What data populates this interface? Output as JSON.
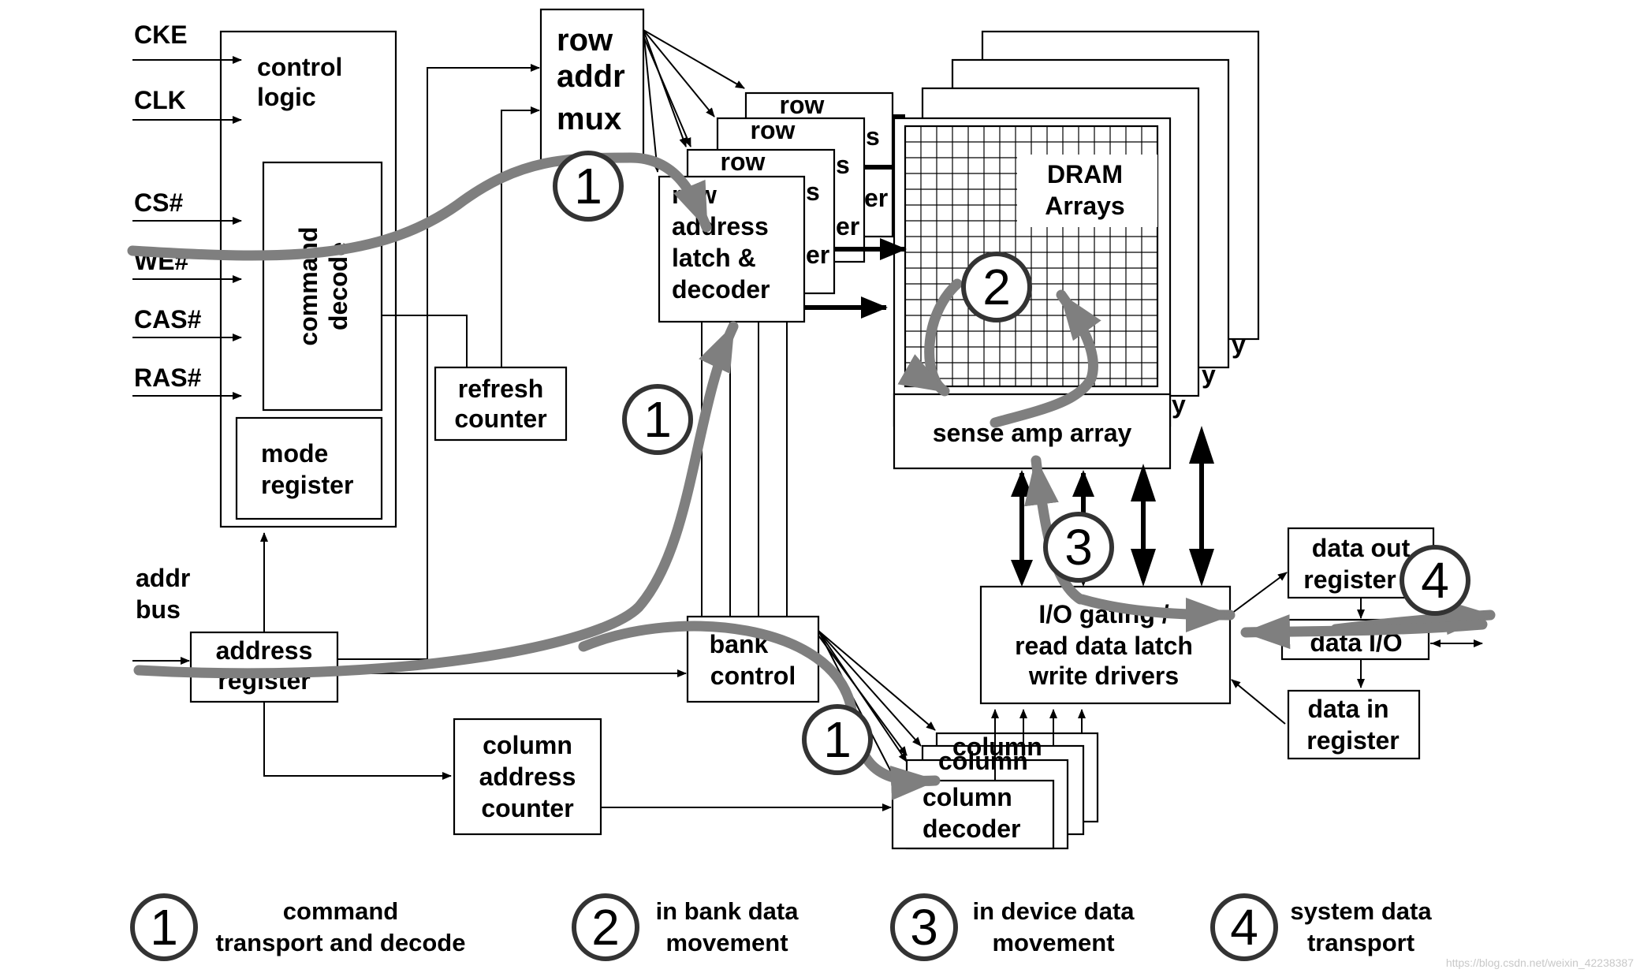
{
  "signals": {
    "cke": "CKE",
    "clk": "CLK",
    "cs": "CS#",
    "we": "WE#",
    "cas": "CAS#",
    "ras": "RAS#",
    "addr_bus": [
      "addr",
      "bus"
    ]
  },
  "blocks": {
    "control_logic": [
      "control",
      "logic"
    ],
    "command_decode": [
      "command",
      "decode"
    ],
    "mode_register": [
      "mode",
      "register"
    ],
    "refresh_counter": [
      "refresh",
      "counter"
    ],
    "row_addr_mux": [
      "row",
      "addr",
      "mux"
    ],
    "row_address_latch": [
      "row",
      "address",
      "latch &",
      "decoder"
    ],
    "row_stack_label": "row",
    "row_stack_fragments": [
      "s",
      "er",
      "s",
      "er",
      "s",
      "er"
    ],
    "dram_arrays": [
      "DRAM",
      "Arrays"
    ],
    "array_stack_fragments": [
      "y",
      "y",
      "y"
    ],
    "sense_amp_array": "sense amp array",
    "address_register": [
      "address",
      "register"
    ],
    "bank_control": [
      "bank",
      "control"
    ],
    "column_address_counter": [
      "column",
      "address",
      "counter"
    ],
    "column_decoder": [
      "column",
      "decoder"
    ],
    "column_stack_fragments": [
      "column",
      "column"
    ],
    "io_gating": [
      "I/O gating /",
      "read data latch",
      "write drivers"
    ],
    "data_out_register": [
      "data out",
      "register"
    ],
    "data_io": "data I/O",
    "data_in_register": [
      "data in",
      "register"
    ]
  },
  "flow_markers": [
    "1",
    "2",
    "3",
    "4"
  ],
  "legend": [
    {
      "number": "1",
      "lines": [
        "command",
        "transport and decode"
      ]
    },
    {
      "number": "2",
      "lines": [
        "in bank data",
        "movement"
      ]
    },
    {
      "number": "3",
      "lines": [
        "in device data",
        "movement"
      ]
    },
    {
      "number": "4",
      "lines": [
        "system data",
        "transport"
      ]
    }
  ],
  "colors": {
    "flow_arrow": "#7f7f7f",
    "lines": "#000000",
    "background": "#ffffff"
  },
  "watermark": "https://blog.csdn.net/weixin_42238387"
}
